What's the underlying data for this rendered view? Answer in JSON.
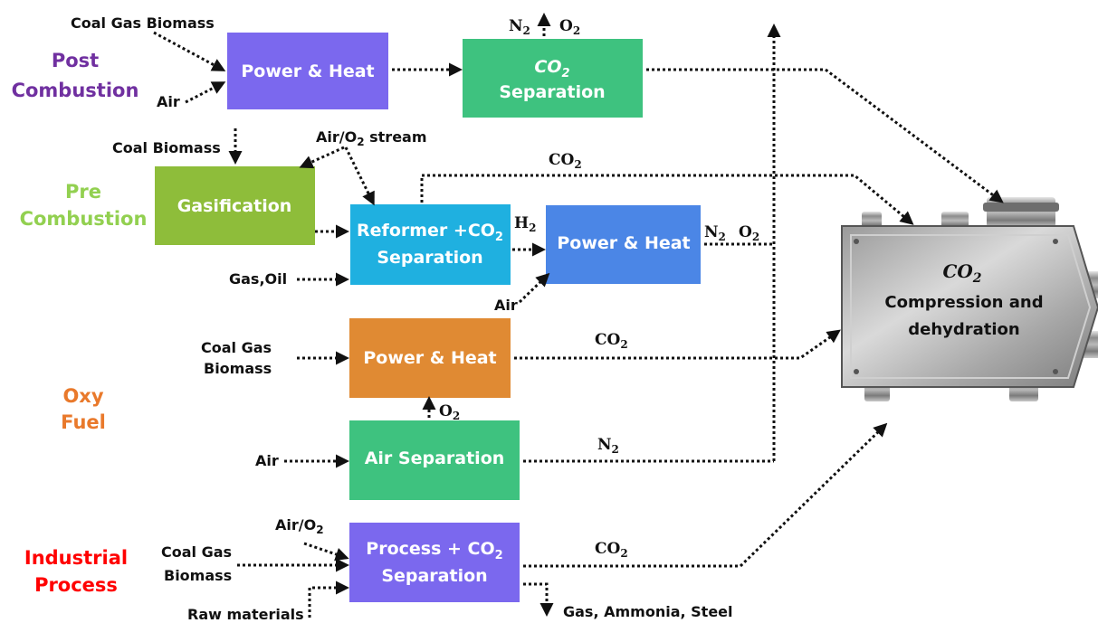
{
  "categories": {
    "post": [
      "Post",
      "Combustion"
    ],
    "pre": [
      "Pre",
      "Combustion"
    ],
    "oxy": [
      "Oxy",
      "Fuel"
    ],
    "industrial": [
      "Industrial",
      "Process"
    ]
  },
  "colors": {
    "post": "#7030a0",
    "pre": "#92d050",
    "oxy": "#e9792b",
    "industrial": "#ff0000",
    "purple_box": "#7b68ee",
    "green_box": "#3ec27f",
    "olive_box": "#8ebd3a",
    "cyan_box": "#1fb0e0",
    "blue_box": "#4b86e6",
    "orange_box": "#e08a33"
  },
  "boxes": {
    "power_heat_1": "Power & Heat",
    "co2_sep_top": "CO",
    "co2_sep_bottom": "Separation",
    "gasification": "Gasification",
    "reformer_top": "Reformer +CO",
    "reformer_bottom": "Separation",
    "power_heat_2": "Power & Heat",
    "power_heat_3": "Power & Heat",
    "air_separation": "Air Separation",
    "process_top": "Process + CO",
    "process_bottom": "Separation"
  },
  "inputs": {
    "coal_gas_biomass_1": "Coal Gas Biomass",
    "air_1": "Air",
    "coal_biomass": "Coal Biomass",
    "air_o2_stream": "Air/O",
    "air_o2_stream_suffix": " stream",
    "gas_oil": "Gas,Oil",
    "air_2": "Air",
    "coal_gas_3a": "Coal Gas",
    "biomass_3b": "Biomass",
    "air_3": "Air",
    "air_o2_4": "Air/O",
    "coal_gas_4a": "Coal Gas",
    "biomass_4b": "Biomass",
    "raw_materials": "Raw materials"
  },
  "flows": {
    "n2_top": "N",
    "o2_top": "O",
    "co2_pre": "CO",
    "h2": "H",
    "n2_mid": "N",
    "o2_mid": "O",
    "co2_oxy": "CO",
    "o2_oxy": "O",
    "n2_air": "N",
    "co2_ind": "CO",
    "gas_ammonia_steel": "Gas, Ammonia, Steel",
    "sub2": "2"
  },
  "compressor": {
    "title": "CO",
    "line1": "Compression and",
    "line2": "dehydration"
  }
}
